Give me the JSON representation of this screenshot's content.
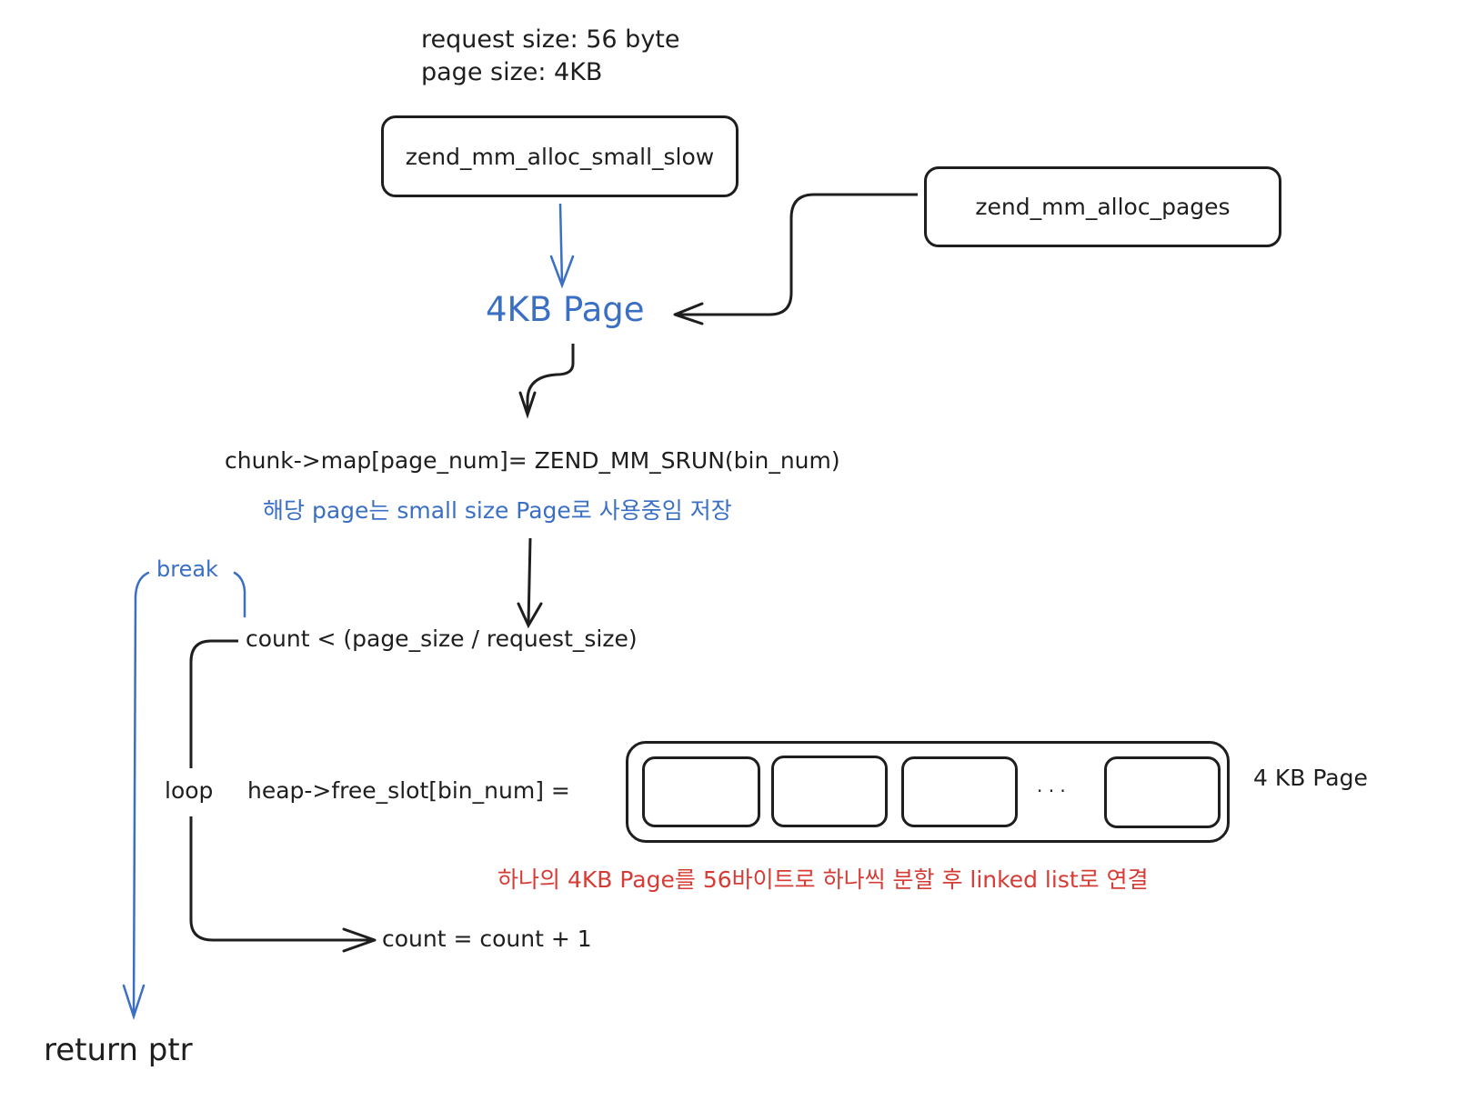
{
  "header": {
    "request_size": "request size: 56 byte",
    "page_size": "page size: 4KB"
  },
  "nodes": {
    "alloc_small_slow": "zend_mm_alloc_small_slow",
    "alloc_pages": "zend_mm_alloc_pages",
    "page_4kb": "4KB Page",
    "chunk_map": "chunk->map[page_num]= ZEND_MM_SRUN(bin_num)",
    "chunk_map_note": "해당 page는 small size Page로 사용중임 저장",
    "loop_condition": "count < (page_size / request_size)",
    "break_label": "break",
    "loop_label": "loop",
    "free_slot": "heap->free_slot[bin_num] =",
    "page_block_label": "4 KB Page",
    "slots_ellipsis": "· · ·",
    "split_note": "하나의 4KB Page를 56바이트로 하나씩 분할 후 linked list로 연결",
    "increment": "count = count + 1",
    "return": "return ptr"
  },
  "slots": [
    "slot",
    "slot",
    "slot",
    "slot"
  ],
  "colors": {
    "ink": "#1e1e1e",
    "blue": "#3a6fc4",
    "red": "#d63c36",
    "background": "#ffffff"
  }
}
